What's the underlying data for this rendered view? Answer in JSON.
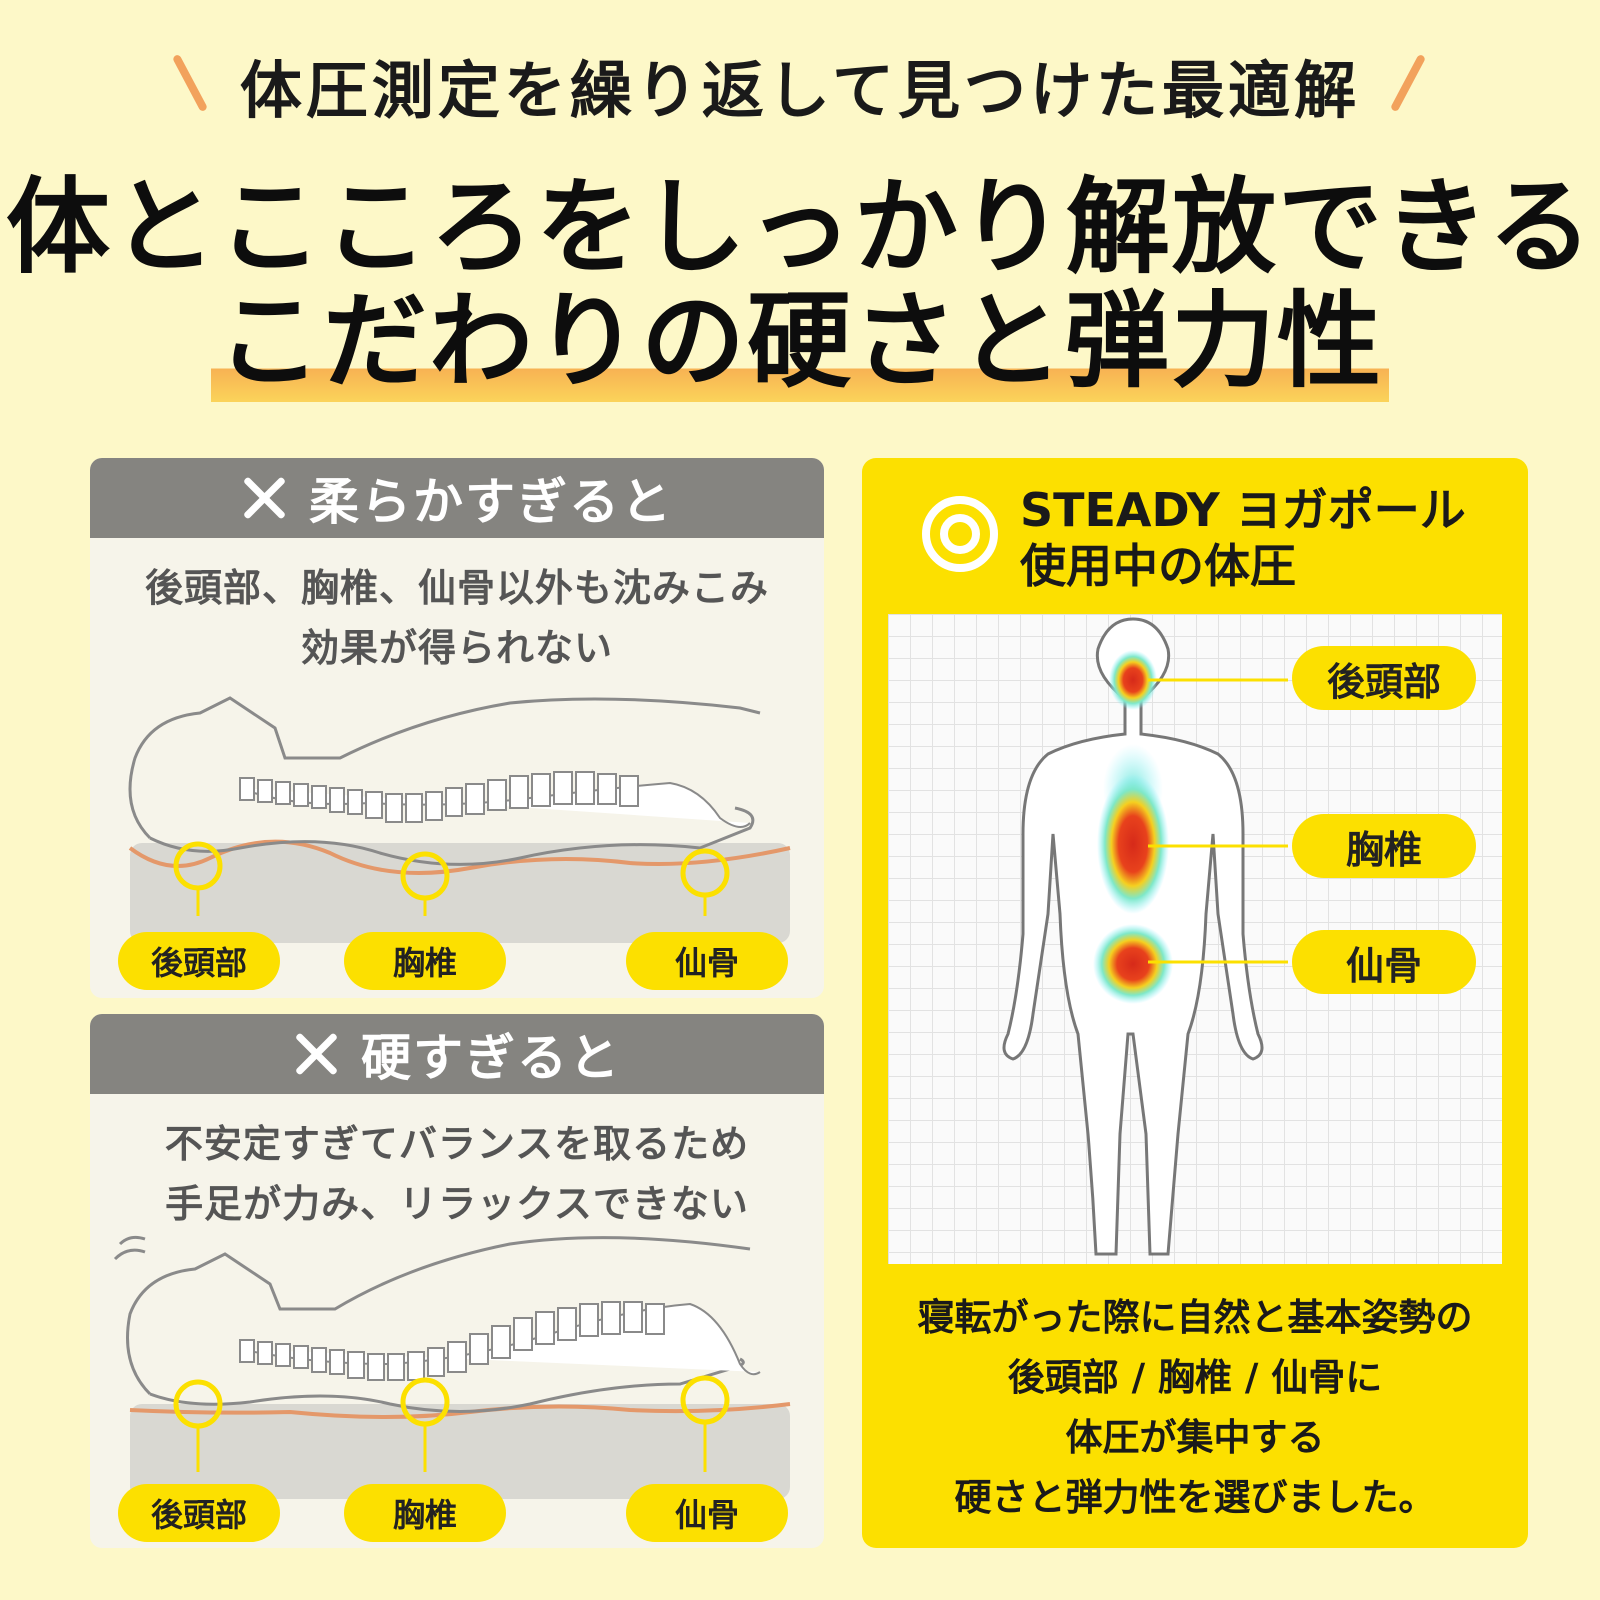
{
  "header": {
    "subtitle": "体圧測定を繰り返して見つけた最適解",
    "headline_line1": "体とこころをしっかり解放できる",
    "headline_line2": "こだわりの硬さと弾力性"
  },
  "soft_panel": {
    "title": "柔らかすぎると",
    "desc_line1": "後頭部、胸椎、仙骨以外も沈みこみ",
    "desc_line2": "効果が得られない",
    "labels": [
      "後頭部",
      "胸椎",
      "仙骨"
    ]
  },
  "hard_panel": {
    "title": "硬すぎると",
    "desc_line1": "不安定すぎてバランスを取るため",
    "desc_line2": "手足が力み、リラックスできない",
    "labels": [
      "後頭部",
      "胸椎",
      "仙骨"
    ]
  },
  "steady_panel": {
    "title_line1": "STEADY ヨガポール",
    "title_line2": "使用中の体圧",
    "labels": [
      "後頭部",
      "胸椎",
      "仙骨"
    ],
    "body_line1": "寝転がった際に自然と基本姿勢の",
    "body_line2": "後頭部 / 胸椎 / 仙骨に",
    "body_line3": "体圧が集中する",
    "body_line4": "硬さと弾力性を選びました。"
  },
  "colors": {
    "background": "#fdf8c8",
    "accent_yellow": "#fce000",
    "panel_header_gray": "#858480",
    "highlight_orange": "#f7b253"
  },
  "icons": [
    "cross-icon",
    "double-circle-icon"
  ]
}
